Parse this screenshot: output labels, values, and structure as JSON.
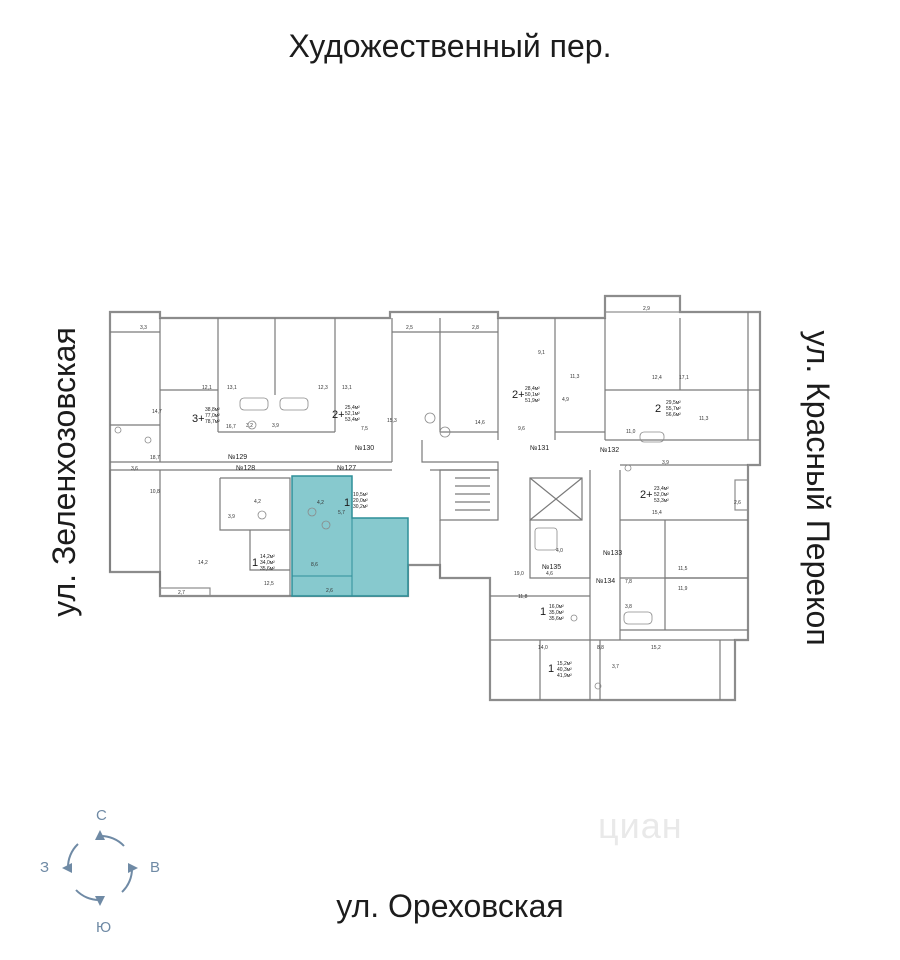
{
  "streets": {
    "top": "Художественный пер.",
    "bottom": "ул. Ореховская",
    "left": "ул. Зеленхозовская",
    "right": "ул. Красный Перекоп"
  },
  "compass": {
    "north": "С",
    "south": "Ю",
    "west": "З",
    "east": "В"
  },
  "watermark": "циан",
  "highlight_color": "#72bfc5",
  "apartments": {
    "a127": {
      "rooms": "1",
      "line1": "10,5м²",
      "line2": "20,0м²",
      "line3": "30,2м²",
      "number": "№127"
    },
    "a128": {
      "rooms": "1",
      "line1": "14,2м²",
      "line2": "34,0м²",
      "line3": "35,6м²",
      "number": "№128"
    },
    "a129": {
      "rooms": "3+",
      "line1": "38,8м²",
      "line2": "77,0м²",
      "line3": "78,7м²",
      "number": "№129"
    },
    "a130": {
      "rooms": "2+",
      "line1": "25,4м²",
      "line2": "52,1м²",
      "line3": "53,4м²",
      "number": "№130"
    },
    "a131": {
      "rooms": "2+",
      "line1": "28,4м²",
      "line2": "50,1м²",
      "line3": "51,9м²",
      "number": "№131"
    },
    "a132": {
      "rooms": "2",
      "line1": "29,5м²",
      "line2": "55,7м²",
      "line3": "56,6м²",
      "number": "№132"
    },
    "a133": {
      "rooms": "2+",
      "line1": "23,4м²",
      "line2": "52,0м²",
      "line3": "53,3м²",
      "number": "№133"
    },
    "a134": {
      "rooms": "1",
      "line1": "15,2м²",
      "line2": "40,3м²",
      "line3": "41,9м²",
      "number": "№134"
    },
    "a135": {
      "rooms": "1",
      "line1": "16,0м²",
      "line2": "35,0м²",
      "line3": "35,6м²",
      "number": "№135"
    }
  },
  "room_areas": {
    "r1": "3,3",
    "r2": "14,7",
    "r3": "12,1",
    "r4": "13,1",
    "r5": "16,7",
    "r6": "3,2",
    "r7": "12,3",
    "r8": "13,1",
    "r9": "3,9",
    "r10": "15,3",
    "r11": "7,5",
    "r12": "2,5",
    "r13": "2,8",
    "r14": "14,6",
    "r15": "9,1",
    "r16": "11,3",
    "r17": "4,9",
    "r18": "9,6",
    "r19": "2,9",
    "r20": "12,4",
    "r21": "17,1",
    "r22": "11,3",
    "r23": "11,0",
    "r24": "3,9",
    "r25": "3,6",
    "r26": "18,7",
    "r27": "10,8",
    "r28": "3,9",
    "r29": "4,2",
    "r30": "5,7",
    "r31": "4,2",
    "r32": "8,6",
    "r33": "2,6",
    "r34": "14,2",
    "r35": "2,7",
    "r36": "12,5",
    "r37": "4,0",
    "r38": "19,0",
    "r39": "4,6",
    "r40": "11,8",
    "r41": "14,0",
    "r42": "8,8",
    "r43": "3,7",
    "r44": "15,2",
    "r45": "2,6",
    "r46": "15,4",
    "r47": "11,5",
    "r48": "7,8",
    "r49": "3,8",
    "r50": "11,9"
  }
}
